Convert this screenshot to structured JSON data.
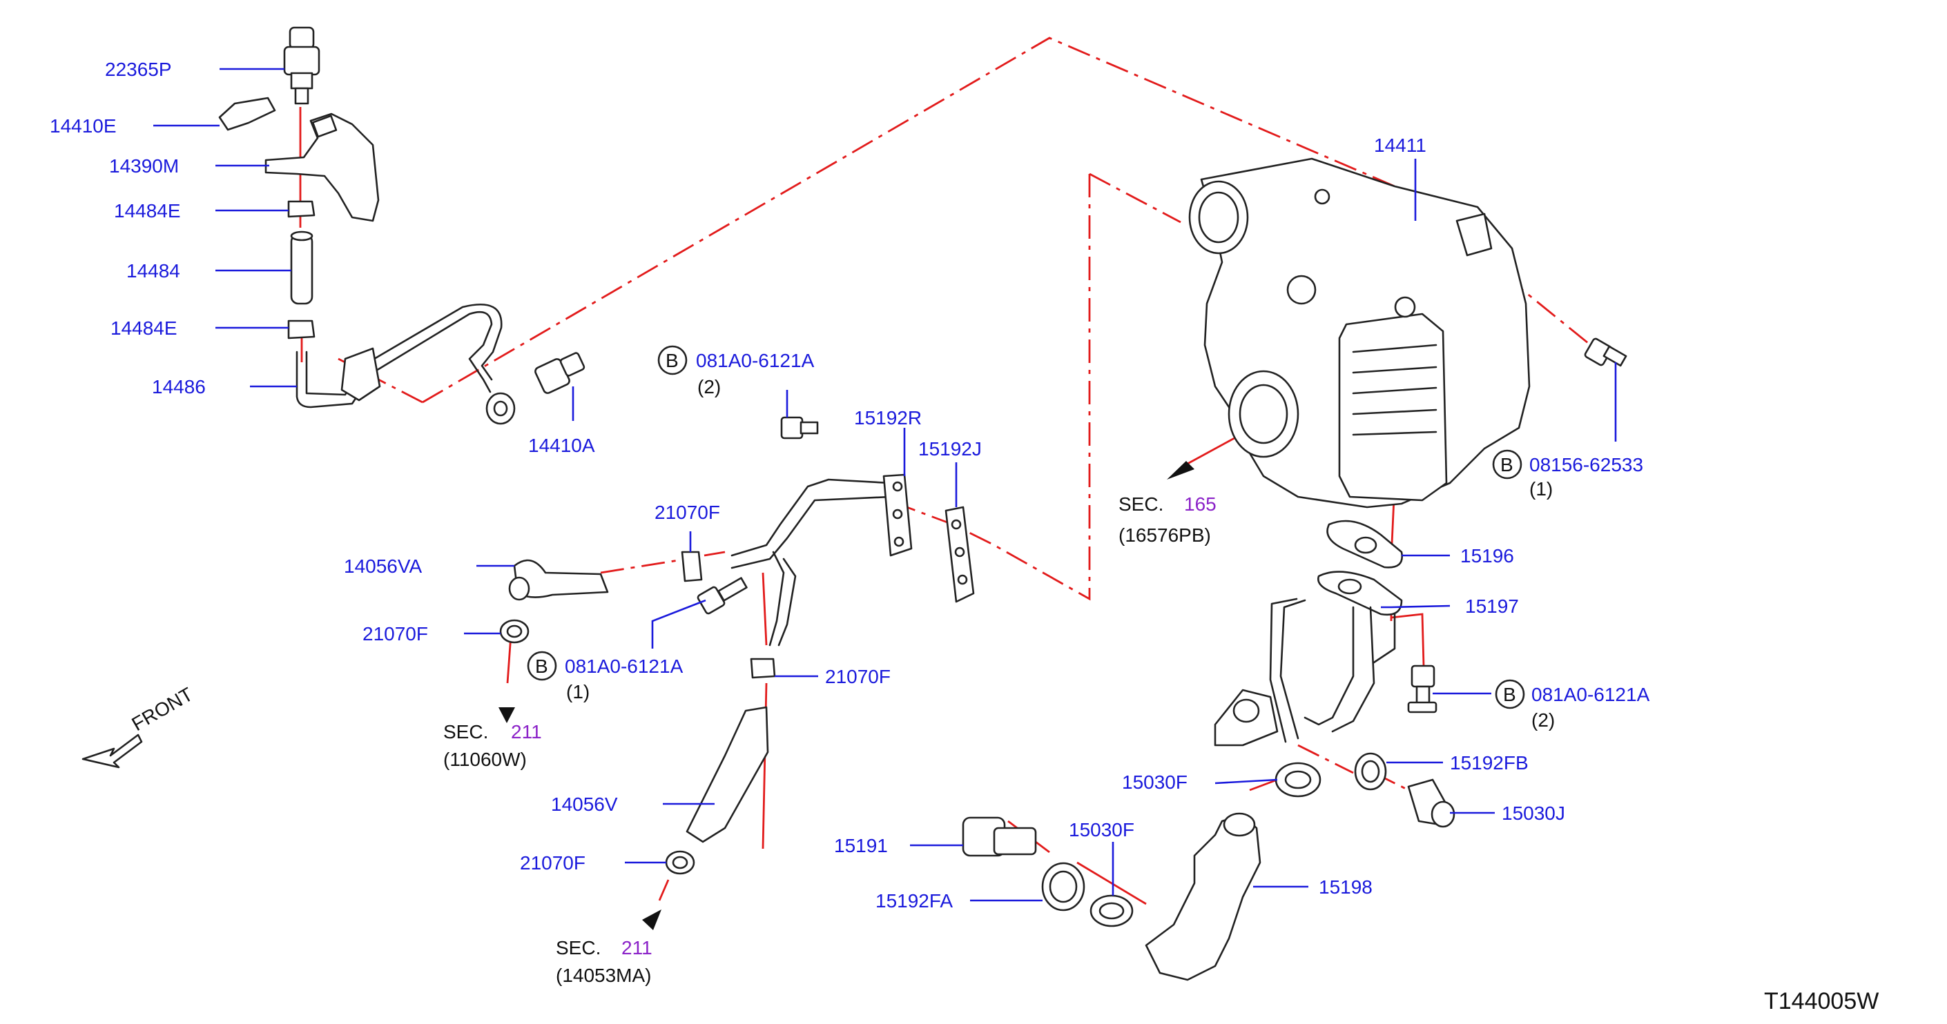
{
  "colors": {
    "label": "#1a1adc",
    "sec_number": "#8b22c8",
    "line": "#e21b1b",
    "drawing": "#222222"
  },
  "diagram_code": "T144005W",
  "front_label": "FRONT",
  "labels": {
    "p22365P": "22365P",
    "p14410E": "14410E",
    "p14390M": "14390M",
    "p14484E_a": "14484E",
    "p14484": "14484",
    "p14484E_b": "14484E",
    "p14486": "14486",
    "p14410A": "14410A",
    "p081A0_a": "081A0-6121A",
    "p081A0_a_qty": "(2)",
    "p15192R": "15192R",
    "p15192J": "15192J",
    "p21070F_a": "21070F",
    "p14056VA": "14056VA",
    "p21070F_b": "21070F",
    "p081A0_b": "081A0-6121A",
    "p081A0_b_qty": "(1)",
    "p21070F_c": "21070F",
    "p14056V": "14056V",
    "p21070F_d": "21070F",
    "p14411": "14411",
    "p08156": "08156-62533",
    "p08156_qty": "(1)",
    "p15196": "15196",
    "p15197": "15197",
    "p081A0_c": "081A0-6121A",
    "p081A0_c_qty": "(2)",
    "p15192FB": "15192FB",
    "p15030F_a": "15030F",
    "p15030J": "15030J",
    "p15191": "15191",
    "p15030F_b": "15030F",
    "p15192FA": "15192FA",
    "p15198": "15198",
    "b_marker": "B"
  },
  "sections": {
    "s165": {
      "sec": "SEC.",
      "num": "165",
      "ref": "(16576PB)"
    },
    "s211a": {
      "sec": "SEC.",
      "num": "211",
      "ref": "(11060W)"
    },
    "s211b": {
      "sec": "SEC.",
      "num": "211",
      "ref": "(14053MA)"
    }
  }
}
